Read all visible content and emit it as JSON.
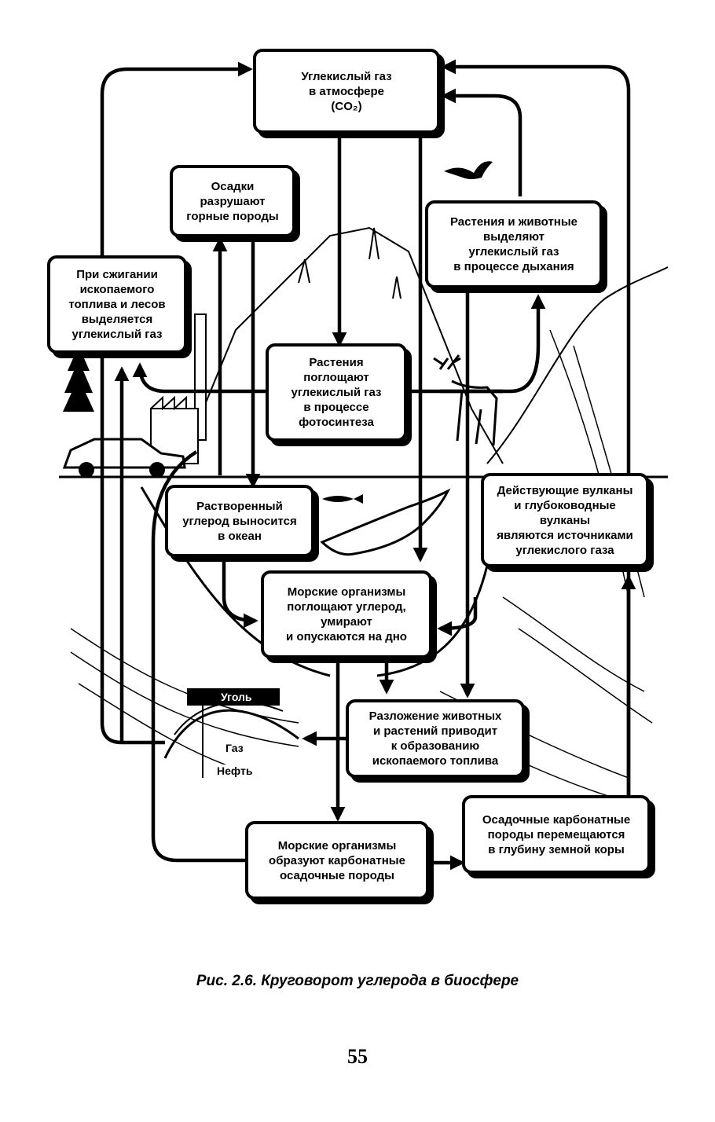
{
  "boxes": {
    "atmosphere_co2": "Углекислый газ\nв атмосфере\n(CO₂)",
    "precipitation": "Осадки\nразрушают\nгорные породы",
    "fuel_burning": "При сжигании\nископаемого\nтоплива и лесов\nвыделяется\nуглекислый газ",
    "respiration": "Растения и животные\nвыделяют\nуглекислый газ\nв процессе дыхания",
    "photosynthesis": "Растения\nпоглощают\nуглекислый газ\nв процессе\nфотосинтеза",
    "dissolved_carbon": "Растворенный\nуглерод выносится\nв океан",
    "volcanoes": "Действующие вулканы\nи глубоководные\nвулканы\nявляются источниками\nуглекислого газа",
    "marine_absorb": "Морские организмы\nпоглощают углерод,\nумирают\nи опускаются на дно",
    "decomposition": "Разложение животных\nи растений приводит\nк образованию\nископаемого топлива",
    "marine_carbonate": "Морские организмы\nобразуют карбонатные\nосадочные породы",
    "sediment_move": "Осадочные карбонатные\nпороды перемещаются\nв глубину земной коры"
  },
  "labels": {
    "coal": "Уголь",
    "gas": "Газ",
    "oil": "Нефть"
  },
  "caption": "Рис. 2.6. Круговорот углерода в биосфере",
  "page_number": "55"
}
